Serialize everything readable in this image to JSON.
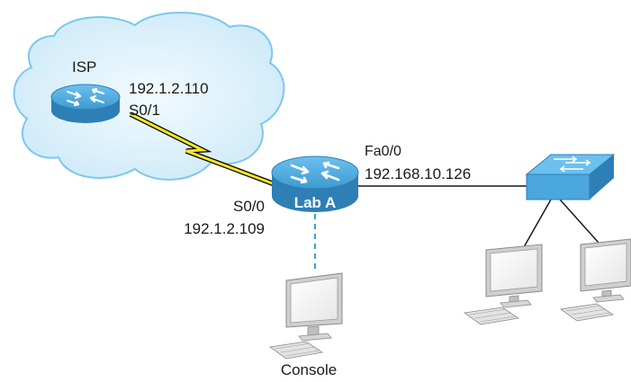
{
  "diagram": {
    "isp": {
      "name": "ISP",
      "ip": "192.1.2.110",
      "interface": "S0/1"
    },
    "lab_a": {
      "name": "Lab A",
      "serial_interface": "S0/0",
      "serial_ip": "192.1.2.109",
      "fast_ethernet_interface": "Fa0/0",
      "fast_ethernet_ip": "192.168.10.126"
    },
    "console": {
      "label": "Console"
    },
    "colors": {
      "device_blue": "#4aa6dd",
      "device_dark": "#2e7fb5",
      "cloud_fill": "#d9f0fc",
      "cloud_stroke": "#7cc7ee",
      "serial_link": "#f3e52a",
      "console_link": "#3a9fd8",
      "monitor_gray": "#cfcfcf"
    }
  }
}
